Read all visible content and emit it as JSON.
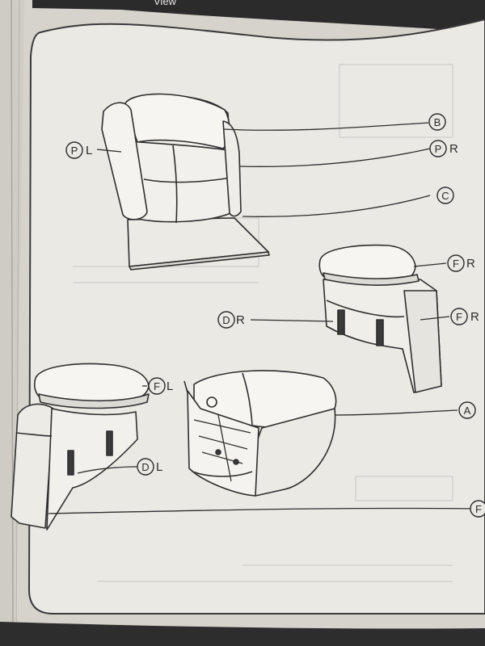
{
  "header": {
    "title_fragment": "View"
  },
  "callouts": {
    "b": "B",
    "pr_letter": "P",
    "pr_suffix": "R",
    "pl_letter": "P",
    "pl_suffix": "L",
    "c": "C",
    "fr_top_letter": "F",
    "fr_top_suffix": "R",
    "dr_letter": "D",
    "dr_suffix": "R",
    "fr_side_letter": "F",
    "fr_side_suffix": "R",
    "fl_letter": "F",
    "fl_suffix": "L",
    "a": "A",
    "dl_letter": "D",
    "dl_suffix": "L",
    "f": "F"
  },
  "colors": {
    "paper": "#e9e7e2",
    "ink": "#2e2e2e",
    "page_edge": "#c9c6bf",
    "shadow": "#bdbab3"
  }
}
